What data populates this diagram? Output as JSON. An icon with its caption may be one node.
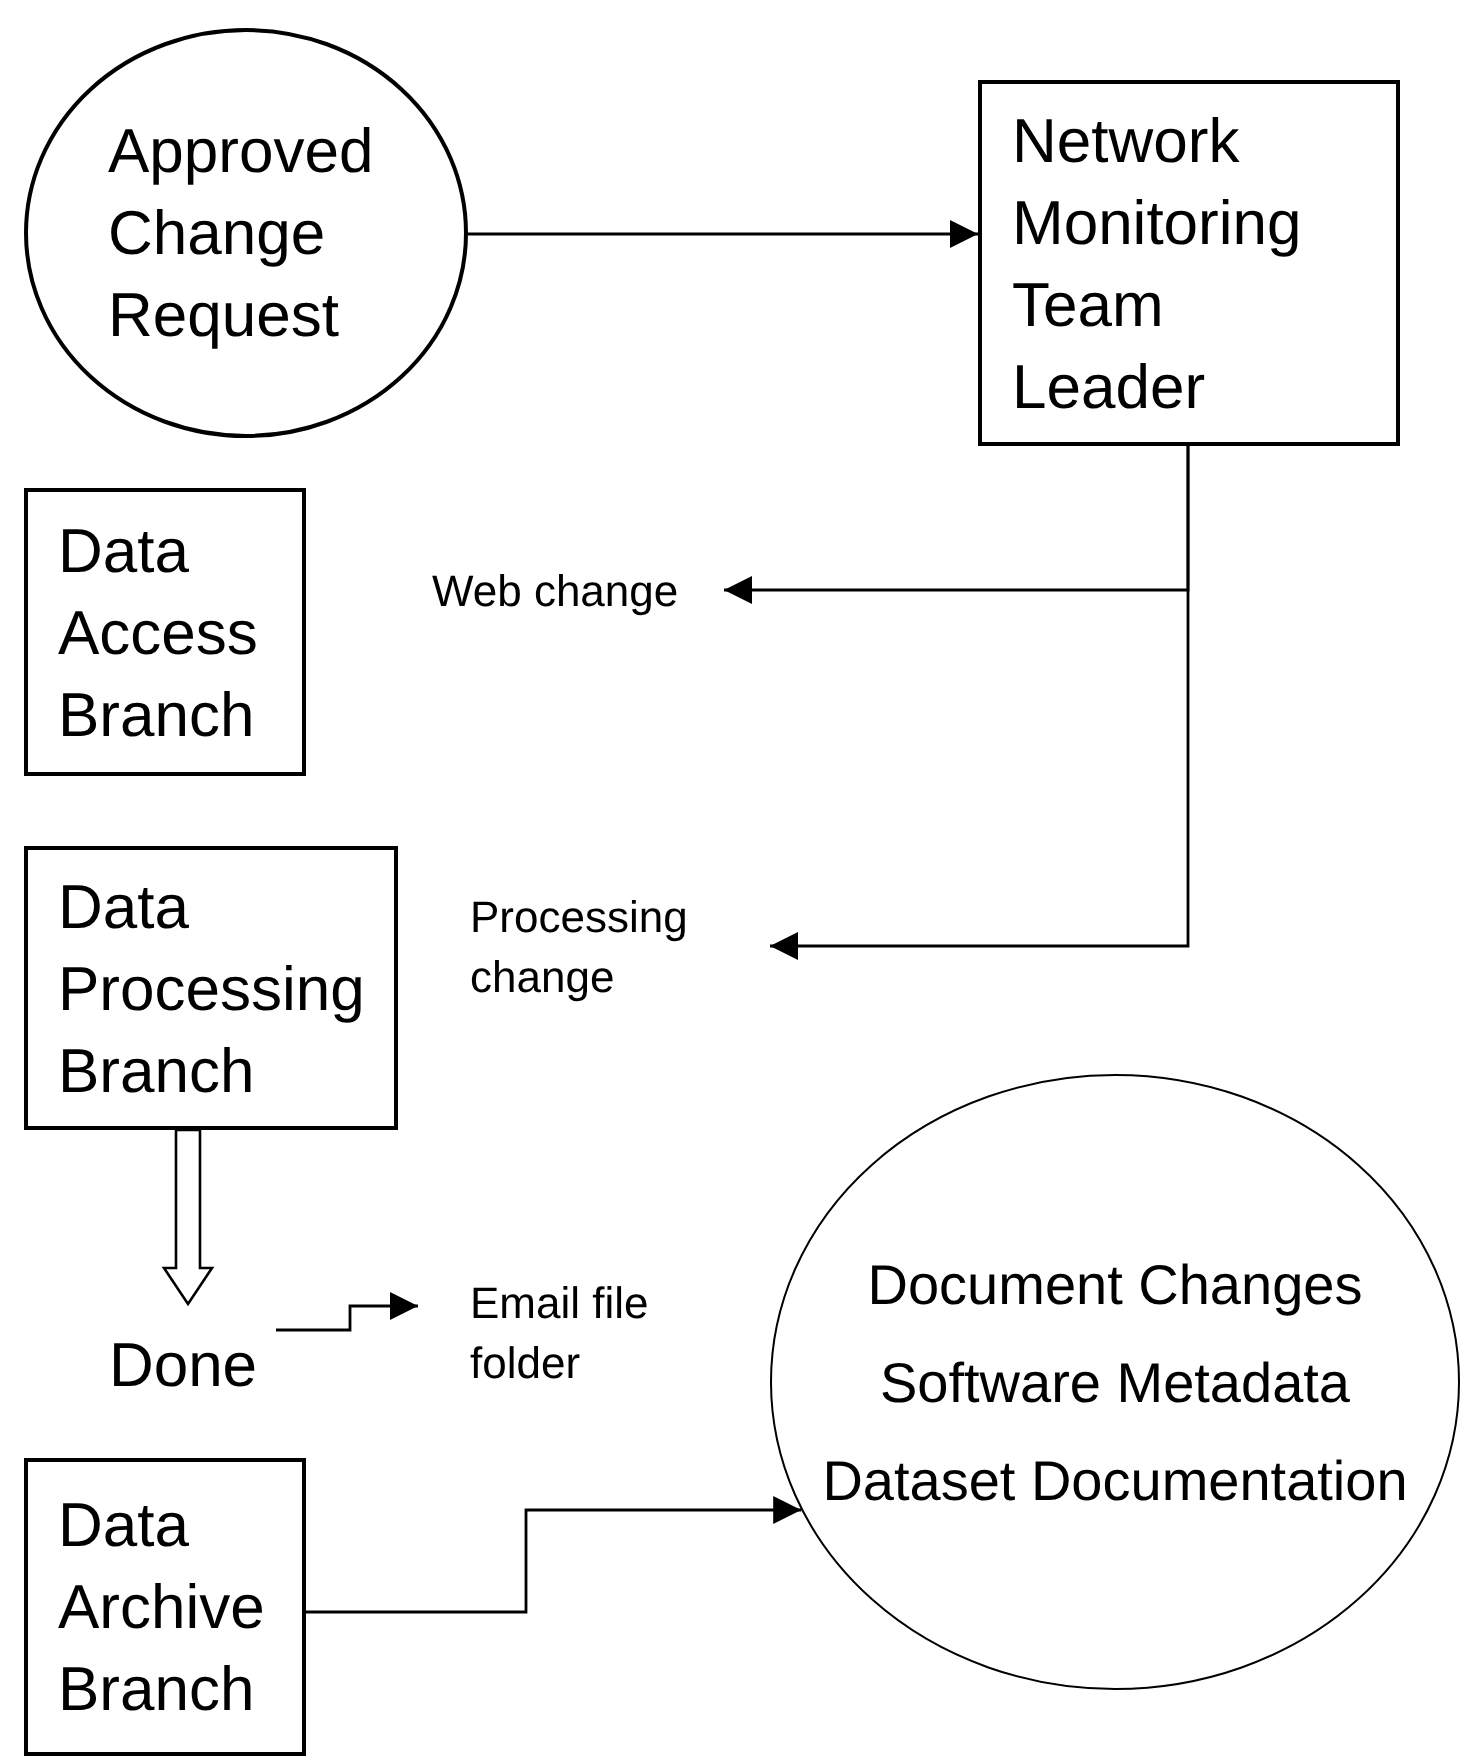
{
  "diagram": {
    "nodes": [
      {
        "text": [
          "Approved Change Request"
        ]
      },
      {
        "text": [
          "Network Monitoring Team Leader"
        ]
      },
      {
        "text": [
          "Data Access Branch"
        ]
      },
      {
        "text": [
          "Web change"
        ]
      },
      {
        "text": [
          "Data Processing Branch"
        ]
      },
      {
        "text": [
          "Processing change"
        ]
      },
      {
        "text": [
          "Done"
        ]
      },
      {
        "text": [
          "Email file folder"
        ]
      },
      {
        "text": [
          "Document Changes",
          "Software Metadata",
          "Dataset Documentation"
        ]
      },
      {
        "text": [
          "Data Archive Branch"
        ]
      }
    ],
    "edges": [
      {
        "from": 0,
        "to": 1,
        "arrow": "to"
      },
      {
        "from": 1,
        "to": 3,
        "arrow": "to"
      },
      {
        "from": 1,
        "to": 5,
        "arrow": "to"
      },
      {
        "from": 4,
        "to": 6,
        "arrow": "to",
        "style": "thick"
      },
      {
        "from": 6,
        "to": 7,
        "arrow": "to"
      },
      {
        "from": 9,
        "to": 8,
        "arrow": "to"
      }
    ]
  }
}
